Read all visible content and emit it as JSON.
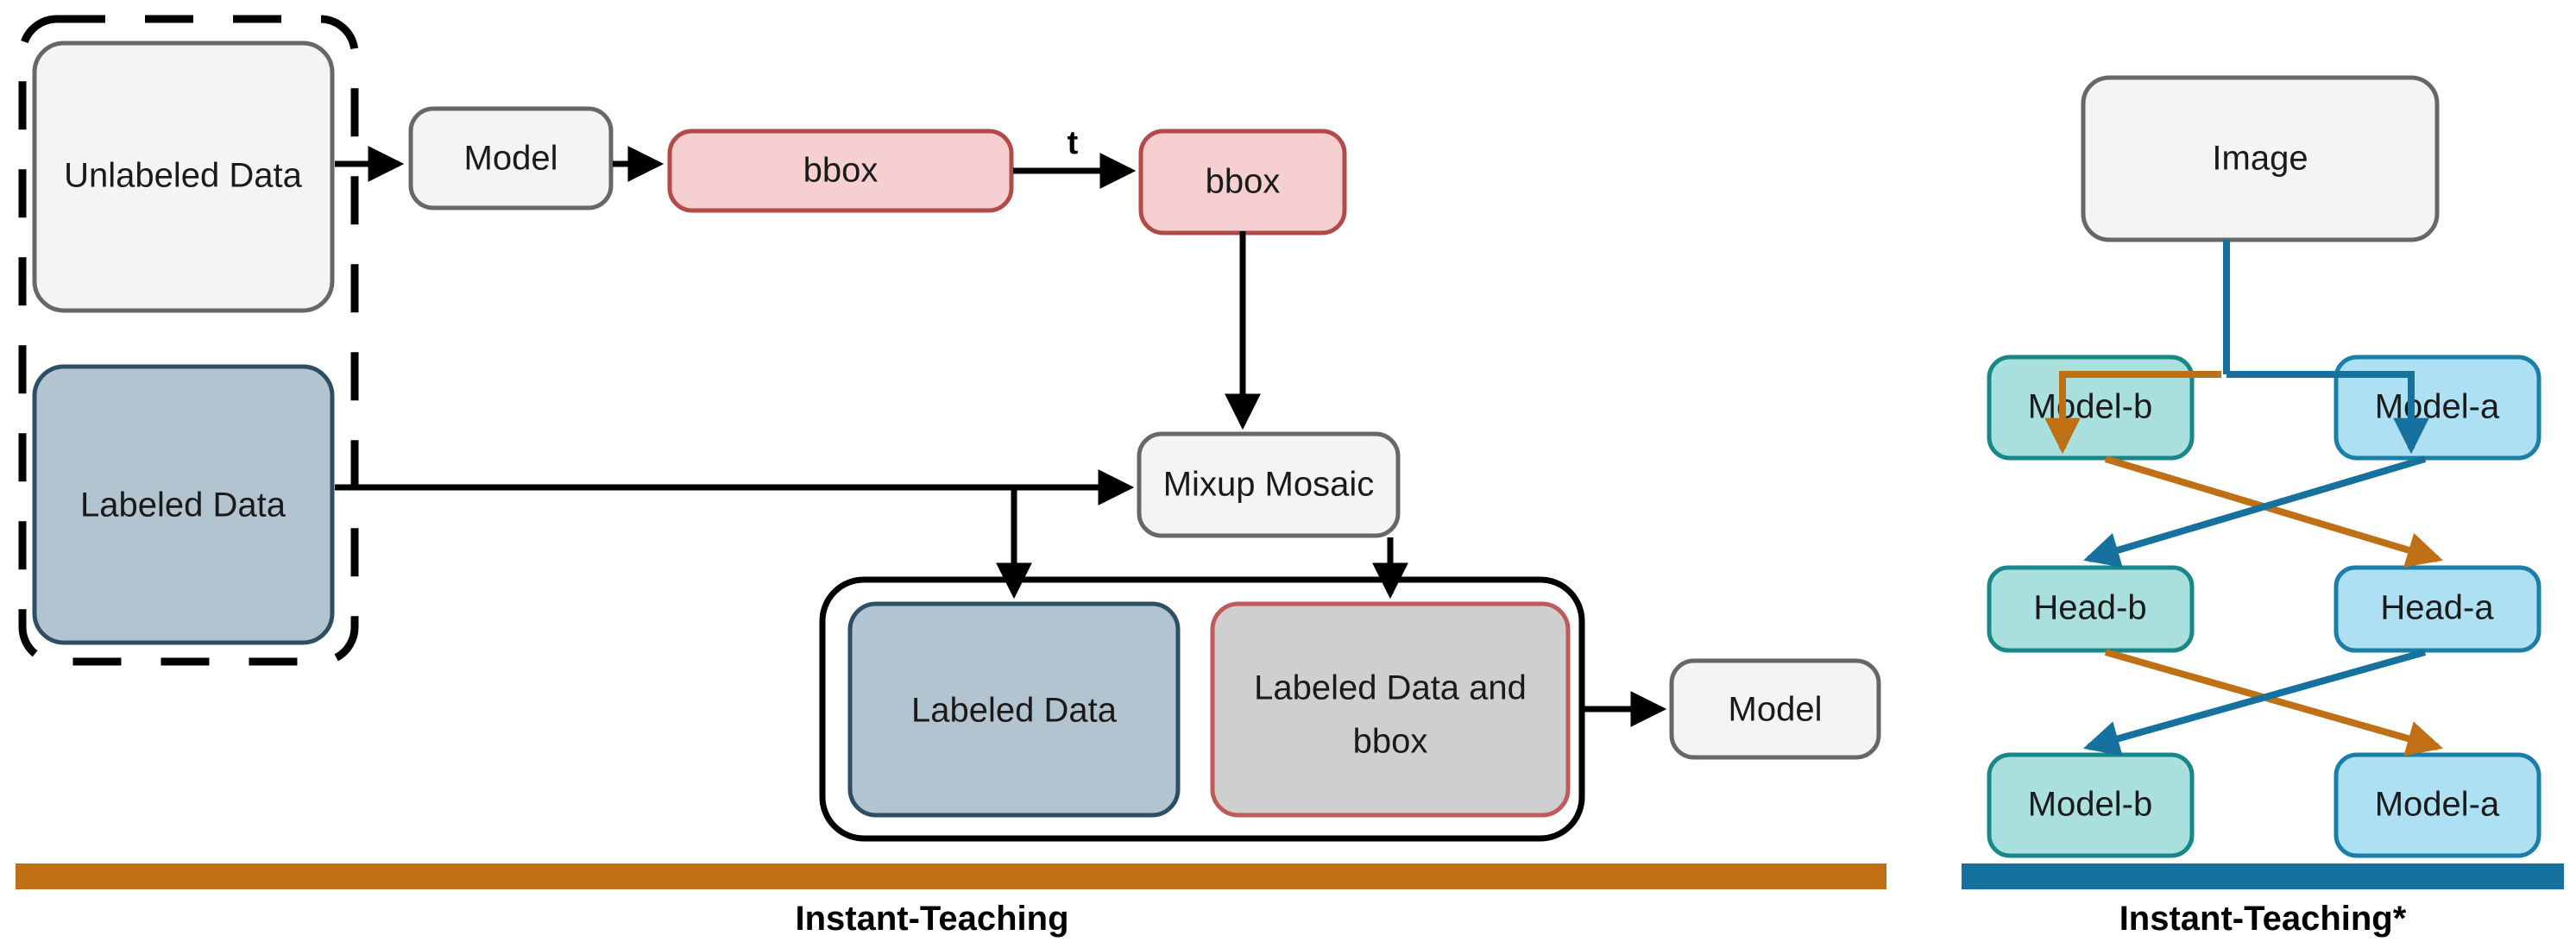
{
  "figure": {
    "title": "Instant-Teaching framework and Co-Rectify (Instant-Teaching*) diagram",
    "background": "#ffffff"
  },
  "colors": {
    "plain_fill": "#f4f4f4",
    "plain_stroke": "#676767",
    "bbox_fill": "#f6d0d0",
    "bbox_stroke": "#b24a4a",
    "labeled_fill": "#b3c4d1",
    "labeled_stroke": "#2d4f66",
    "mixed_fill": "#cfcfcf",
    "mixed_stroke": "#c05a5a",
    "teal_fill": "#a9e0dd",
    "teal_stroke": "#18878a",
    "blue_fill": "#ade0f2",
    "blue_stroke": "#1a7fa8",
    "orange_accent": "#bf7015",
    "blue_accent": "#16719e",
    "arrow_black": "#000000"
  },
  "left_panel": {
    "caption": "Instant-Teaching",
    "caption_bar_color": "#bf7015",
    "dashed_group_name": "input-data-group",
    "nodes": [
      {
        "id": "unlabeled-data",
        "label": "Unlabeled Data",
        "style": "plain"
      },
      {
        "id": "model-teacher",
        "label": "Model",
        "style": "plain"
      },
      {
        "id": "bbox-wide",
        "label": "bbox",
        "style": "bbox"
      },
      {
        "id": "bbox-filtered",
        "label": "bbox",
        "style": "bbox"
      },
      {
        "id": "labeled-data",
        "label": "Labeled Data",
        "style": "labeled"
      },
      {
        "id": "mixup-mosaic",
        "label": "Mixup Mosaic",
        "style": "plain"
      },
      {
        "id": "labeled-data-2",
        "label": "Labeled Data",
        "style": "labeled"
      },
      {
        "id": "labeled-and-bbox",
        "label_line1": "Labeled Data and",
        "label_line2": "bbox",
        "style": "mixed"
      },
      {
        "id": "model-student",
        "label": "Model",
        "style": "plain"
      }
    ],
    "edge_labels": [
      {
        "id": "threshold",
        "label": "t"
      }
    ]
  },
  "right_panel": {
    "caption": "Instant-Teaching*",
    "caption_bar_color": "#16719e",
    "nodes": [
      {
        "id": "image",
        "label": "Image",
        "style": "plain"
      },
      {
        "id": "model-b-top",
        "label": "Model-b",
        "style": "teal"
      },
      {
        "id": "model-a-top",
        "label": "Model-a",
        "style": "blue"
      },
      {
        "id": "head-b",
        "label": "Head-b",
        "style": "teal"
      },
      {
        "id": "head-a",
        "label": "Head-a",
        "style": "blue"
      },
      {
        "id": "model-b-bottom",
        "label": "Model-b",
        "style": "teal"
      },
      {
        "id": "model-a-bottom",
        "label": "Model-a",
        "style": "blue"
      }
    ]
  }
}
